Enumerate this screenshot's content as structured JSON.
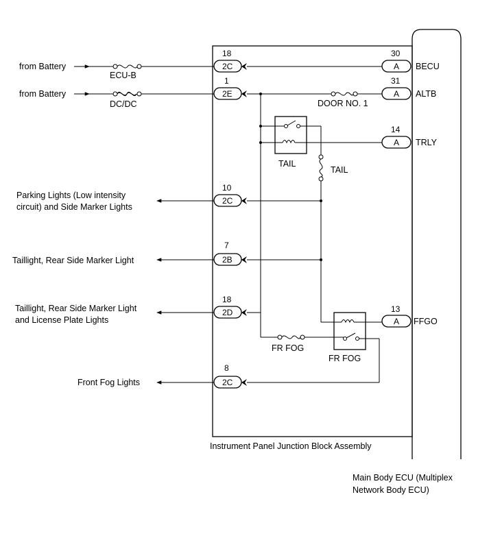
{
  "left_labels": {
    "battery1": "from Battery",
    "battery2": "from Battery",
    "parking_line1": "Parking Lights (Low intensity",
    "parking_line2": "circuit) and Side Marker Lights",
    "taillight": "Taillight, Rear Side Marker Light",
    "taillight_plate_line1": "Taillight, Rear Side Marker Light",
    "taillight_plate_line2": "and License Plate Lights",
    "front_fog": "Front Fog Lights"
  },
  "fuses": {
    "ecu_b": "ECU-B",
    "dc_dc": "DC/DC",
    "door_no1": "DOOR NO. 1",
    "tail": "TAIL",
    "fr_fog": "FR FOG"
  },
  "relays": {
    "tail": "TAIL",
    "fr_fog": "FR FOG"
  },
  "left_connectors": [
    {
      "pin": "18",
      "code": "2C"
    },
    {
      "pin": "1",
      "code": "2E"
    },
    {
      "pin": "10",
      "code": "2C"
    },
    {
      "pin": "7",
      "code": "2B"
    },
    {
      "pin": "18",
      "code": "2D"
    },
    {
      "pin": "8",
      "code": "2C"
    }
  ],
  "right_connectors": [
    {
      "pin": "30",
      "code": "A",
      "signal": "BECU"
    },
    {
      "pin": "31",
      "code": "A",
      "signal": "ALTB"
    },
    {
      "pin": "14",
      "code": "A",
      "signal": "TRLY"
    },
    {
      "pin": "13",
      "code": "A",
      "signal": "FFGO"
    }
  ],
  "junction_block": "Instrument Panel Junction Block Assembly",
  "ecu_line1": "Main Body ECU (Multiplex",
  "ecu_line2": "Network Body ECU)"
}
